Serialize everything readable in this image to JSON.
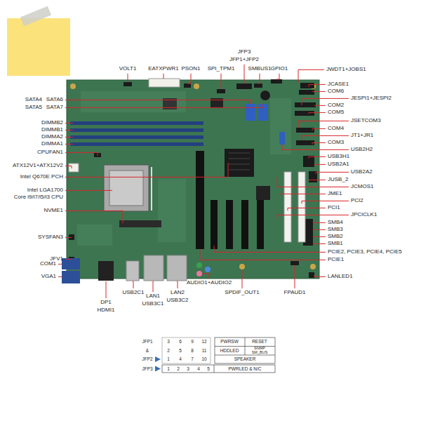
{
  "diagram": {
    "labels": [
      "VOLT1",
      "EATXPWR1",
      "PSON1",
      "SPI_TPM1",
      "JFP3",
      "JFP1+JFP2",
      "SMBUS1",
      "GPIO1",
      "JWDT1+JOBS1",
      "JCASE1",
      "COM6",
      "JESPI1+JESPI2",
      "COM2",
      "COM5",
      "JSETCOM3",
      "COM4",
      "JT1+JR1",
      "COM3",
      "USB2H2",
      "USB3H1",
      "USB2A1",
      "USB2A2",
      "JUSB_2",
      "JCMOS1",
      "JME1",
      "PCI2",
      "PCI1",
      "JPCICLK1",
      "SMB4",
      "SMB3",
      "SMB2",
      "SMB1",
      "PCIE2, PCIE3, PCIE4, PCIE5",
      "PCIE1",
      "LANLED1",
      "FPAUD1",
      "SPDIF_OUT1",
      "AUDIO1+AUDIO2",
      "LAN2",
      "USB3C2",
      "LAN1",
      "USB3C1",
      "USB2C1",
      "DP1",
      "HDMI1",
      "SATA4",
      "SATA6",
      "SATA5",
      "SATA7",
      "DIMMB2",
      "DIMMB1",
      "DIMMA2",
      "DIMMA1",
      "CPUFAN1",
      "ATX12V1+ATX12V2",
      "Intel Q670E PCH",
      "Intel LGA1700",
      "Core i9/i7/i5/i3 CPU",
      "NVME1",
      "SYSFAN3",
      "JFV1",
      "COM1",
      "VGA1",
      "JFP1",
      "3",
      "6",
      "9",
      "12",
      "PWRSW",
      "RESET",
      "&",
      "2",
      "5",
      "8",
      "11",
      "HDDLED",
      "SNMP SM_BUS",
      "JFP2",
      "1",
      "4",
      "7",
      "10",
      "SPEAKER",
      "JFP3",
      "1",
      "2",
      "3",
      "4",
      "5",
      "PWRLED & N/C"
    ]
  }
}
